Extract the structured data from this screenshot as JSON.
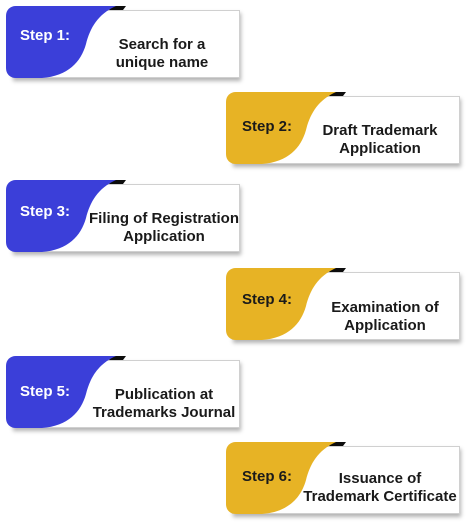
{
  "colors": {
    "blue": "#3b3fd9",
    "gold": "#e7b325",
    "tab": "#0d0d0d"
  },
  "steps": [
    {
      "label": "Step 1:",
      "lines": [
        "Search for a",
        "unique name"
      ],
      "color": "blue"
    },
    {
      "label": "Step 2:",
      "lines": [
        "Draft Trademark",
        "Application"
      ],
      "color": "gold"
    },
    {
      "label": "Step 3:",
      "lines": [
        "Filing of Registration",
        "Application"
      ],
      "color": "blue"
    },
    {
      "label": "Step 4:",
      "lines": [
        "Examination of",
        "Application"
      ],
      "color": "gold"
    },
    {
      "label": "Step 5:",
      "lines": [
        "Publication at",
        "Trademarks Journal"
      ],
      "color": "blue"
    },
    {
      "label": "Step 6:",
      "lines": [
        "Issuance of",
        "Trademark Certificate"
      ],
      "color": "gold"
    }
  ]
}
